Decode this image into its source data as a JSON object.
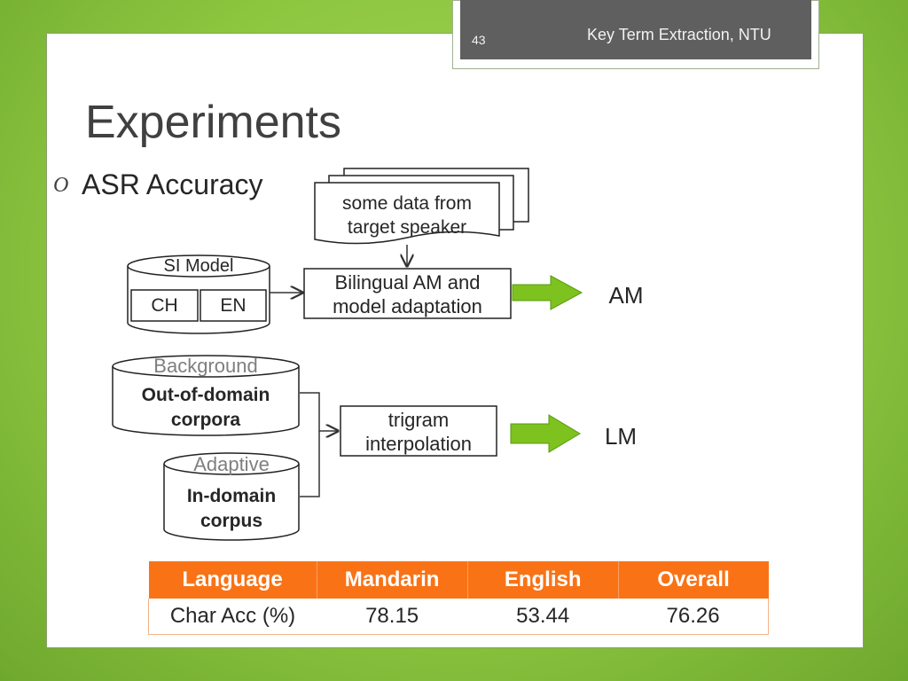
{
  "header": {
    "slide_number": "43",
    "title": "Key Term Extraction, NTU"
  },
  "page_title": "Experiments",
  "bullet": {
    "icon": "o-bullet-icon",
    "glyph": "O",
    "text": "ASR Accuracy"
  },
  "diagram": {
    "doc_stack": {
      "line1": "some data from",
      "line2": "target speaker"
    },
    "si_model": {
      "label": "SI Model",
      "ch": "CH",
      "en": "EN"
    },
    "bilingual_box": {
      "line1": "Bilingual AM and",
      "line2": "model adaptation"
    },
    "am_label": "AM",
    "background": {
      "label": "Background",
      "line1": "Out-of-domain",
      "line2": "corpora"
    },
    "adaptive": {
      "label": "Adaptive",
      "line1": "In-domain",
      "line2": "corpus"
    },
    "trigram_box": {
      "line1": "trigram",
      "line2": "interpolation"
    },
    "lm_label": "LM"
  },
  "table": {
    "headers": [
      "Language",
      "Mandarin",
      "English",
      "Overall"
    ],
    "row": [
      "Char Acc (%)",
      "78.15",
      "53.44",
      "76.26"
    ]
  },
  "colors": {
    "accent_orange": "#f97316",
    "arrow_green": "#7dc21e",
    "header_gray": "#5f5f5f"
  }
}
